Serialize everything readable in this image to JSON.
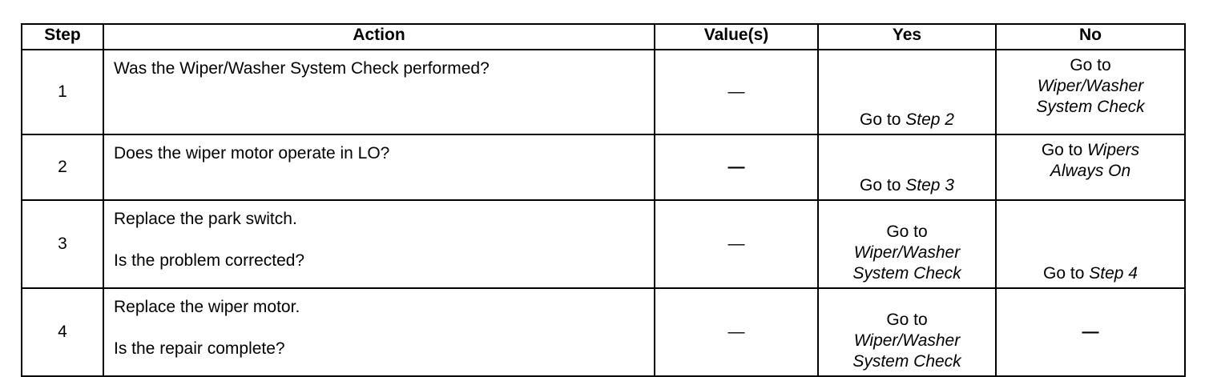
{
  "table": {
    "headers": {
      "step": "Step",
      "action": "Action",
      "values": "Value(s)",
      "yes": "Yes",
      "no": "No"
    },
    "rows": [
      {
        "step": "1",
        "action_lines": [
          "Was the Wiper/Washer System Check performed?"
        ],
        "value": "—",
        "yes": {
          "prefix": "Go to ",
          "ref": "Step 2"
        },
        "no": {
          "prefix": "Go to",
          "ref_lines": [
            "Wiper/Washer",
            "System Check"
          ]
        }
      },
      {
        "step": "2",
        "action_lines": [
          "Does the wiper motor operate in LO?"
        ],
        "value": "—",
        "yes": {
          "prefix": "Go to ",
          "ref": "Step 3"
        },
        "no": {
          "prefix": "Go to ",
          "ref_lines": [
            "Wipers",
            "Always On"
          ]
        }
      },
      {
        "step": "3",
        "action_lines": [
          "Replace the park switch.",
          "Is the problem corrected?"
        ],
        "value": "—",
        "yes": {
          "prefix": "Go to",
          "ref_lines": [
            "Wiper/Washer",
            "System Check"
          ]
        },
        "no": {
          "prefix": "Go to ",
          "ref": "Step 4"
        }
      },
      {
        "step": "4",
        "action_lines": [
          "Replace the wiper motor.",
          "Is the repair complete?"
        ],
        "value": "—",
        "yes": {
          "prefix": "Go to",
          "ref_lines": [
            "Wiper/Washer",
            "System Check"
          ]
        },
        "no": "—"
      }
    ]
  }
}
